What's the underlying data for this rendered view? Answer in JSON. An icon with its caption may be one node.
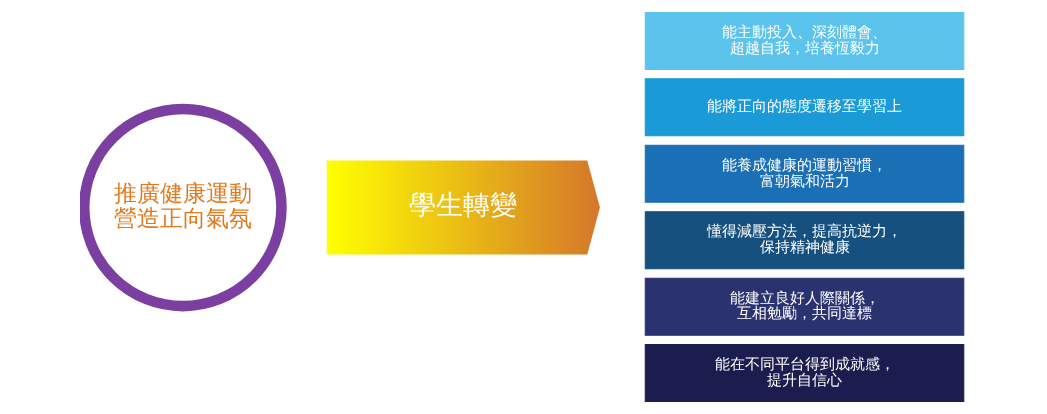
{
  "diagram": {
    "nodes": [
      {
        "text": [
          "推廣健康運動營造正向氣氛"
        ]
      },
      {
        "text": [
          "學生轉變"
        ]
      },
      {
        "text": [
          "能主動投入、深刻體會、超越自我，培養恆毅力"
        ]
      },
      {
        "text": [
          "能將正向的態度遷移至學習上"
        ]
      },
      {
        "text": [
          "能養成健康的運動習慣，富朝氣和活力"
        ]
      },
      {
        "text": [
          "懂得減壓方法，提高抗逆力，保持精神健康"
        ]
      },
      {
        "text": [
          "能建立良好人際關係，互相勉勵，共同達標"
        ]
      },
      {
        "text": [
          "能在不同平台得到成就感，提升自信心"
        ]
      }
    ],
    "edges": []
  }
}
